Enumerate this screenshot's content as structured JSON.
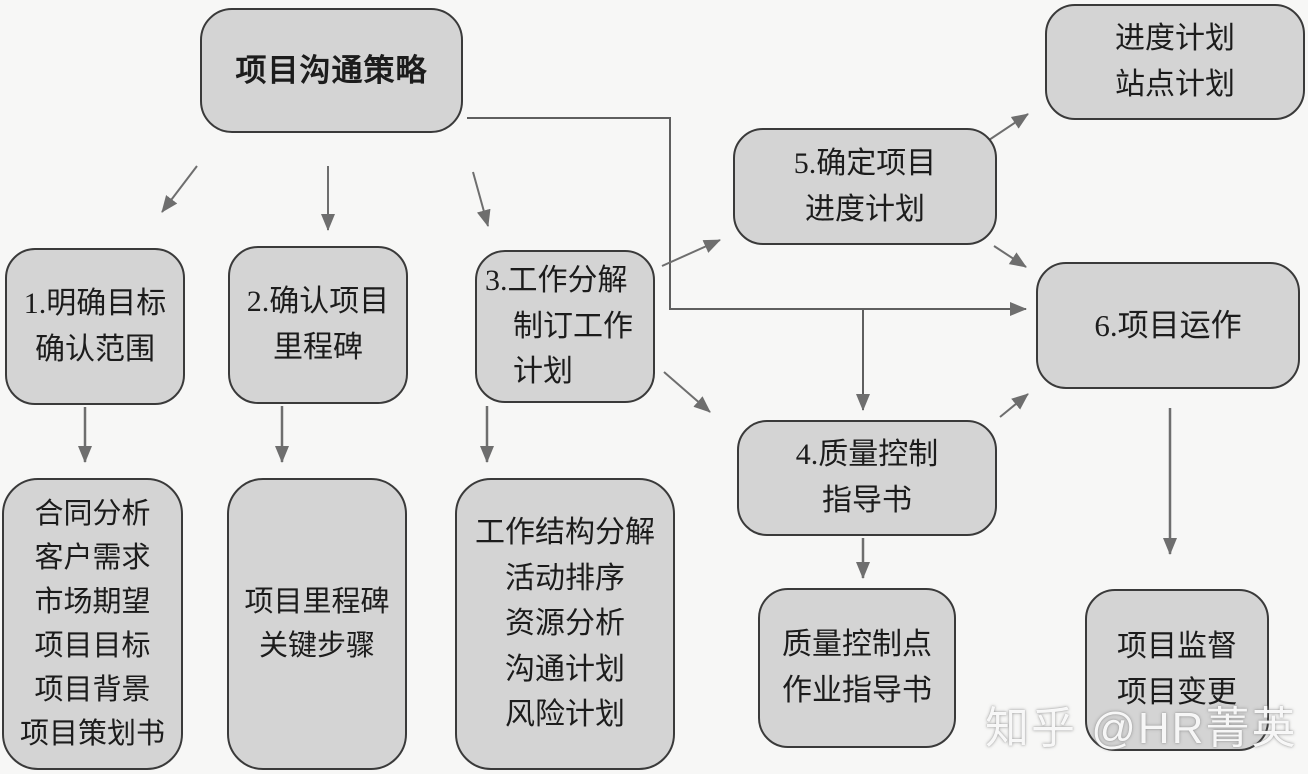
{
  "title": "项目沟通策略流程图",
  "colors": {
    "background": "#f7f7f6",
    "box_fill": "#d4d4d4",
    "box_border": "#3a3a3a",
    "arrow": "#6e6e6e",
    "text": "#1c1c1c",
    "watermark_text_color": "#ffffff"
  },
  "watermark": {
    "text": "知乎 @HR菁英"
  },
  "nodes": {
    "strategy": {
      "lines": [
        "项目沟通策略"
      ]
    },
    "schedule": {
      "lines": [
        "进度计划",
        "站点计划"
      ]
    },
    "step1": {
      "lines": [
        "1.明确目标",
        "确认范围"
      ]
    },
    "step2": {
      "lines": [
        "2.确认项目",
        "里程碑"
      ]
    },
    "step3": {
      "lines": [
        "3.工作分解",
        "制订工作",
        "计划"
      ]
    },
    "step4": {
      "lines": [
        "4.质量控制",
        "指导书"
      ]
    },
    "step5": {
      "lines": [
        "5.确定项目",
        "进度计划"
      ]
    },
    "step6": {
      "lines": [
        "6.项目运作"
      ]
    },
    "inputs1": {
      "lines": [
        "合同分析",
        "客户需求",
        "市场期望",
        "项目目标",
        "项目背景",
        "项目策划书"
      ]
    },
    "outputs2": {
      "lines": [
        "项目里程碑",
        "关键步骤"
      ]
    },
    "outputs3": {
      "lines": [
        "工作结构分解",
        "活动排序",
        "资源分析",
        "沟通计划",
        "风险计划"
      ]
    },
    "qc": {
      "lines": [
        "质量控制点",
        "作业指导书"
      ]
    },
    "monitor": {
      "lines": [
        "项目监督",
        "项目变更"
      ]
    }
  },
  "edges": [
    {
      "from": "strategy",
      "to": "step1"
    },
    {
      "from": "strategy",
      "to": "step2"
    },
    {
      "from": "strategy",
      "to": "step3"
    },
    {
      "from": "strategy",
      "to": "step6"
    },
    {
      "from": "strategy",
      "to": "step4"
    },
    {
      "from": "step3",
      "to": "step5"
    },
    {
      "from": "step3",
      "to": "step4"
    },
    {
      "from": "step5",
      "to": "schedule"
    },
    {
      "from": "step5",
      "to": "step6"
    },
    {
      "from": "step4",
      "to": "step6"
    },
    {
      "from": "step1",
      "to": "inputs1"
    },
    {
      "from": "step2",
      "to": "outputs2"
    },
    {
      "from": "step3",
      "to": "outputs3"
    },
    {
      "from": "step4",
      "to": "qc"
    },
    {
      "from": "step6",
      "to": "monitor"
    }
  ]
}
